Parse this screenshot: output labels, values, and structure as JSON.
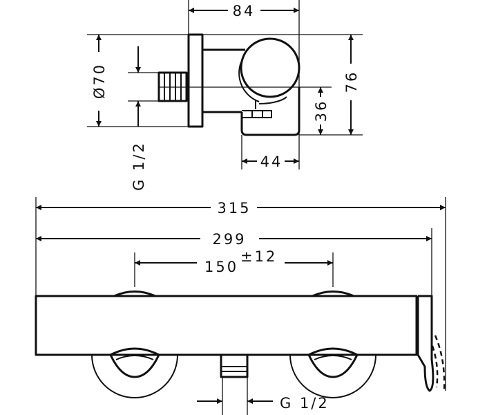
{
  "top_view": {
    "width_label": "84",
    "diameter_label": "Ø70",
    "height_label": "76",
    "offset_label": "36",
    "depth_label": "44",
    "thread_label": "G 1/2"
  },
  "front_view": {
    "overall_width_label": "315",
    "body_width_label": "299",
    "center_distance_label": "150",
    "center_tolerance_label": "±12",
    "outlet_thread_label": "G 1/2"
  }
}
